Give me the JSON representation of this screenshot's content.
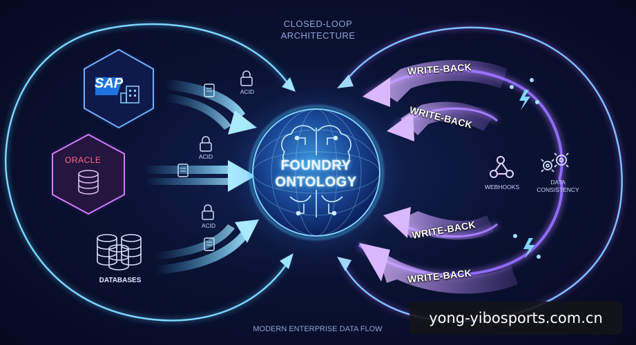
{
  "header": {
    "title_line1": "CLOSED-LOOP",
    "title_line2": "ARCHITECTURE"
  },
  "core": {
    "line1": "FOUNDRY",
    "line2": "ONTOLOGY"
  },
  "sources": {
    "sap": {
      "logo": "SAP",
      "icon": "building-icon"
    },
    "oracle": {
      "logo": "ORACLE",
      "icon": "database-icon"
    },
    "databases": {
      "label": "DATABASES",
      "icon": "database-stack-icon"
    }
  },
  "acid_labels": [
    "ACID",
    "ACID",
    "ACID"
  ],
  "write_back_labels": [
    "WRITE-BACK",
    "WRITE-BACK",
    "WRITE-BACK",
    "WRITE-BACK"
  ],
  "services": {
    "webhooks": {
      "label": "WEBHOOKS",
      "icon": "webhook-icon"
    },
    "data_consistency": {
      "label_line1": "DATA",
      "label_line2": "CONSISTENCY",
      "icon": "gears-icon"
    }
  },
  "footer": {
    "caption": "MODERN ENTERPRISE DATA FLOW"
  },
  "watermark": {
    "text": "yong-yibosports.com.cn"
  },
  "colors": {
    "cyan": "#4fc3ff",
    "purple": "#a46bff",
    "magenta": "#d05bff",
    "oracle_red": "#ff6b8a"
  }
}
